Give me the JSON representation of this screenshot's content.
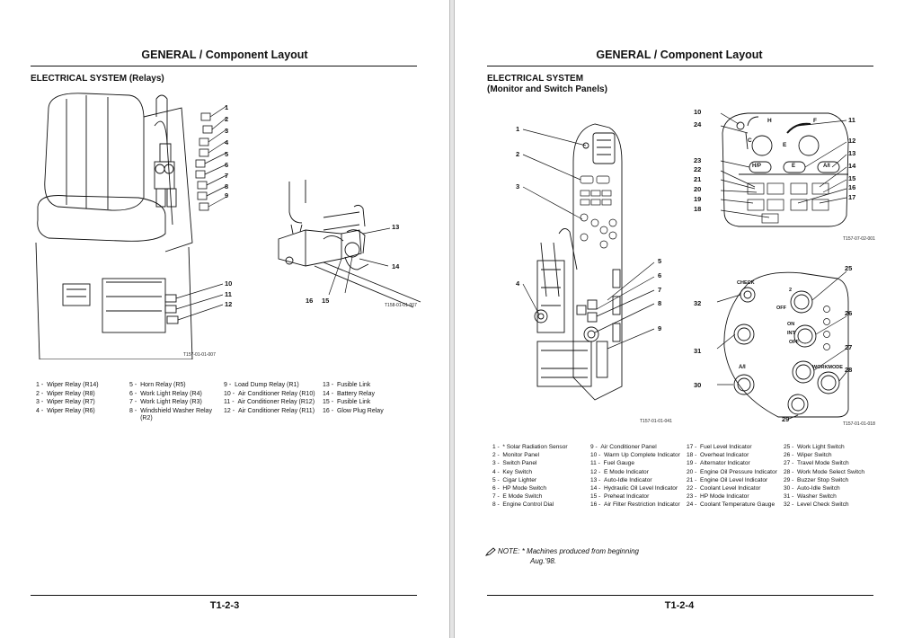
{
  "left": {
    "header": "GENERAL / Component Layout",
    "section_title": "ELECTRICAL SYSTEM (Relays)",
    "figure_codes": [
      "T157-01-01-007",
      "T158-01-01-007"
    ],
    "callouts": [
      "1",
      "2",
      "3",
      "4",
      "5",
      "6",
      "7",
      "8",
      "9",
      "10",
      "11",
      "12",
      "13",
      "14",
      "15",
      "16"
    ],
    "legend": [
      [
        "1 -",
        "Wiper Relay (R14)"
      ],
      [
        "5 -",
        "Horn Relay (R5)"
      ],
      [
        "9 -",
        "Load Dump Relay (R1)"
      ],
      [
        "13 -",
        "Fusible Link"
      ],
      [
        "2 -",
        "Wiper Relay (R8)"
      ],
      [
        "6 -",
        "Work Light Relay (R4)"
      ],
      [
        "10 -",
        "Air Conditioner Relay (R10)"
      ],
      [
        "14 -",
        "Battery Relay"
      ],
      [
        "3 -",
        "Wiper Relay (R7)"
      ],
      [
        "7 -",
        "Work Light Relay (R3)"
      ],
      [
        "11 -",
        "Air Conditioner Relay (R12)"
      ],
      [
        "15 -",
        "Fusible Link"
      ],
      [
        "4 -",
        "Wiper Relay (R6)"
      ],
      [
        "8 -",
        "Windshield Washer Relay (R2)"
      ],
      [
        "12 -",
        "Air Conditioner Relay (R11)"
      ],
      [
        "16 -",
        "Glow Plug Relay"
      ]
    ],
    "page_number": "T1-2-3"
  },
  "right": {
    "header": "GENERAL / Component Layout",
    "section_title_line1": "ELECTRICAL SYSTEM",
    "section_title_line2": "(Monitor and Switch Panels)",
    "figure_codes": [
      "T157-01-01-041",
      "T157-07-02-001",
      "T157-01-01-018"
    ],
    "callouts": [
      "1",
      "2",
      "3",
      "4",
      "5",
      "6",
      "7",
      "8",
      "9",
      "10",
      "11",
      "12",
      "13",
      "14",
      "15",
      "16",
      "17",
      "18",
      "19",
      "20",
      "21",
      "22",
      "23",
      "24",
      "25",
      "26",
      "27",
      "28",
      "29",
      "30",
      "31",
      "32"
    ],
    "panel_labels": {
      "h": "H",
      "f": "F",
      "c": "C",
      "e": "E",
      "hp": "H/P",
      "e_mode": "E",
      "auto_idle": "A/I",
      "check": "CHECK",
      "dial_2": "2",
      "dial_off": "OFF",
      "on": "ON",
      "int": "INT",
      "workmode": "WORKMODE"
    },
    "legend": [
      [
        "1 -",
        "* Solar Radiation Sensor"
      ],
      [
        "9 -",
        "Air Conditioner Panel"
      ],
      [
        "17 -",
        "Fuel Level Indicator"
      ],
      [
        "25 -",
        "Work Light Switch"
      ],
      [
        "2 -",
        "Monitor Panel"
      ],
      [
        "10 -",
        "Warm Up Complete Indicator"
      ],
      [
        "18 -",
        "Overheat Indicator"
      ],
      [
        "26 -",
        "Wiper Switch"
      ],
      [
        "3 -",
        "Switch Panel"
      ],
      [
        "11 -",
        "Fuel Gauge"
      ],
      [
        "19 -",
        "Alternator Indicator"
      ],
      [
        "27 -",
        "Travel Mode Switch"
      ],
      [
        "4 -",
        "Key Switch"
      ],
      [
        "12 -",
        "E Mode Indicator"
      ],
      [
        "20 -",
        "Engine Oil Pressure Indicator"
      ],
      [
        "28 -",
        "Work Mode Select Switch"
      ],
      [
        "5 -",
        "Cigar Lighter"
      ],
      [
        "13 -",
        "Auto-Idle Indicator"
      ],
      [
        "21 -",
        "Engine Oil Level Indicator"
      ],
      [
        "29 -",
        "Buzzer Stop Switch"
      ],
      [
        "6 -",
        "HP Mode Switch"
      ],
      [
        "14 -",
        "Hydraulic Oil Level Indicator"
      ],
      [
        "22 -",
        "Coolant Level Indicator"
      ],
      [
        "30 -",
        "Auto-Idle Switch"
      ],
      [
        "7 -",
        "E Mode Switch"
      ],
      [
        "15 -",
        "Preheat Indicator"
      ],
      [
        "23 -",
        "HP Mode Indicator"
      ],
      [
        "31 -",
        "Washer Switch"
      ],
      [
        "8 -",
        "Engine Control Dial"
      ],
      [
        "16 -",
        "Air Filter Restriction Indicator"
      ],
      [
        "24 -",
        "Coolant Temperature Gauge"
      ],
      [
        "32 -",
        "Level Check Switch"
      ]
    ],
    "note_label": "NOTE:",
    "note_text_line1": "* Machines produced from beginning",
    "note_text_line2": "Aug.'98.",
    "page_number": "T1-2-4"
  },
  "icons": {
    "note": "pencil-note-icon"
  }
}
